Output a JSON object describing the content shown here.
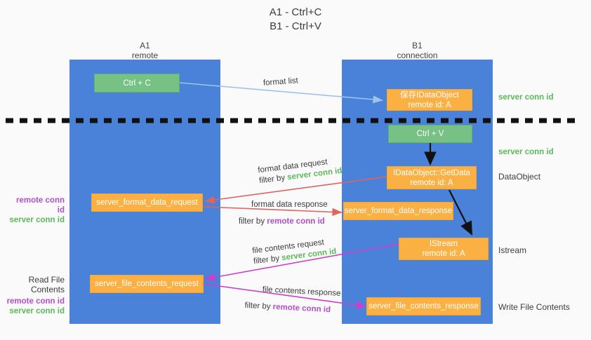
{
  "title": {
    "line1": "A1 - Ctrl+C",
    "line2": "B1 - Ctrl+V"
  },
  "columns": [
    {
      "name": "A1",
      "sub": "remote"
    },
    {
      "name": "B1",
      "sub": "connection"
    }
  ],
  "nodes": {
    "ctrl_c": {
      "line1": "Ctrl + C"
    },
    "ctrl_v": {
      "line1": "Ctrl + V"
    },
    "save_idataobject": {
      "line1": "保存IDataObject",
      "line2": "remote id: A"
    },
    "getdata": {
      "line1": "IDataObject::GetData",
      "line2": "remote id: A"
    },
    "istream": {
      "line1": "IStream",
      "line2": "remote id: A"
    },
    "format_data_request": {
      "line1": "server_format_data_request"
    },
    "format_data_response": {
      "line1": "server_format_data_response"
    },
    "file_contents_request": {
      "line1": "server_file_contents_request"
    },
    "file_contents_response": {
      "line1": "server_file_contents_response"
    }
  },
  "edges": {
    "format_list": {
      "text": "format list"
    },
    "format_data_request": {
      "line1": "format data request",
      "line2_prefix": "filter by ",
      "line2_key": "server conn id"
    },
    "format_data_response": {
      "line1": "format data response",
      "line2_prefix": "filter by ",
      "line2_key": "remote conn id"
    },
    "file_contents_request": {
      "line1": "file contents request",
      "line2_prefix": "filter by ",
      "line2_key": "server conn id"
    },
    "file_contents_response": {
      "line1": "file contents response",
      "line2_prefix": "filter by ",
      "line2_key": "remote conn id"
    }
  },
  "annotations": {
    "right_server_conn_1": "server conn id",
    "right_server_conn_2": "server conn id",
    "right_dataobject": "DataObject",
    "right_istream": "Istream",
    "right_write_file_contents": "Write File Contents",
    "left_remote_conn_1": "remote conn id",
    "left_server_conn_1": "server conn id",
    "left_read_file_contents": "Read File Contents",
    "left_remote_conn_2": "remote conn id",
    "left_server_conn_2": "server conn id"
  },
  "colors": {
    "lane_blue": "#4a81d9",
    "node_green": "#76c183",
    "node_orange": "#fbb044",
    "arrow_light_blue": "#9cc3ea",
    "arrow_red": "#e0635e",
    "arrow_magenta": "#cc3fcc",
    "arrow_black": "#111111",
    "text_green": "#5cb85c",
    "text_purple": "#b14fc9",
    "divider": "#111111"
  }
}
